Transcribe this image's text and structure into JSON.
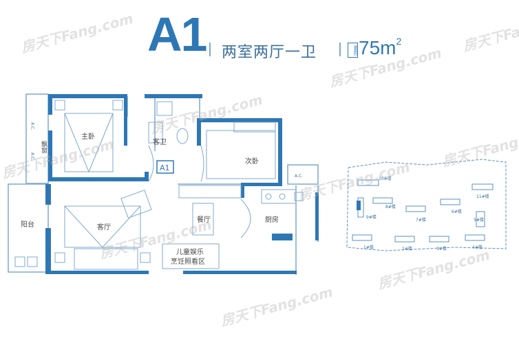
{
  "header": {
    "unit_code": "A1",
    "layout": "两室两厅一卫",
    "area_tag": "建面约",
    "area_value": "75m",
    "area_sup": "2"
  },
  "rooms": {
    "master_bedroom": "主卧",
    "bay_window": "飘窗",
    "guest_bath": "客卫",
    "second_bedroom": "次卧",
    "unit_badge": "A1",
    "living_room": "客厅",
    "balcony": "阳台",
    "dining_room": "餐厅",
    "kitchen": "厨房",
    "kids_area_line1": "儿童娱乐",
    "kids_area_line2": "烹饪照看区",
    "ac_left_top": "A.C.",
    "ac_left_bottom": "A.C.",
    "ac_right": "A.C."
  },
  "site_map": {
    "buildings": [
      "10#楼",
      "8#楼",
      "11#楼",
      "9#楼",
      "7#楼",
      "6#楼",
      "5#楼",
      "1#楼",
      "2#楼",
      "3#楼",
      "4#楼"
    ]
  },
  "watermark": "房天下Fang.com",
  "colors": {
    "accent": "#2e77b5",
    "wall": "#2e77b5",
    "thin_wall": "#7fa9cd",
    "text": "#4a4a4a"
  }
}
